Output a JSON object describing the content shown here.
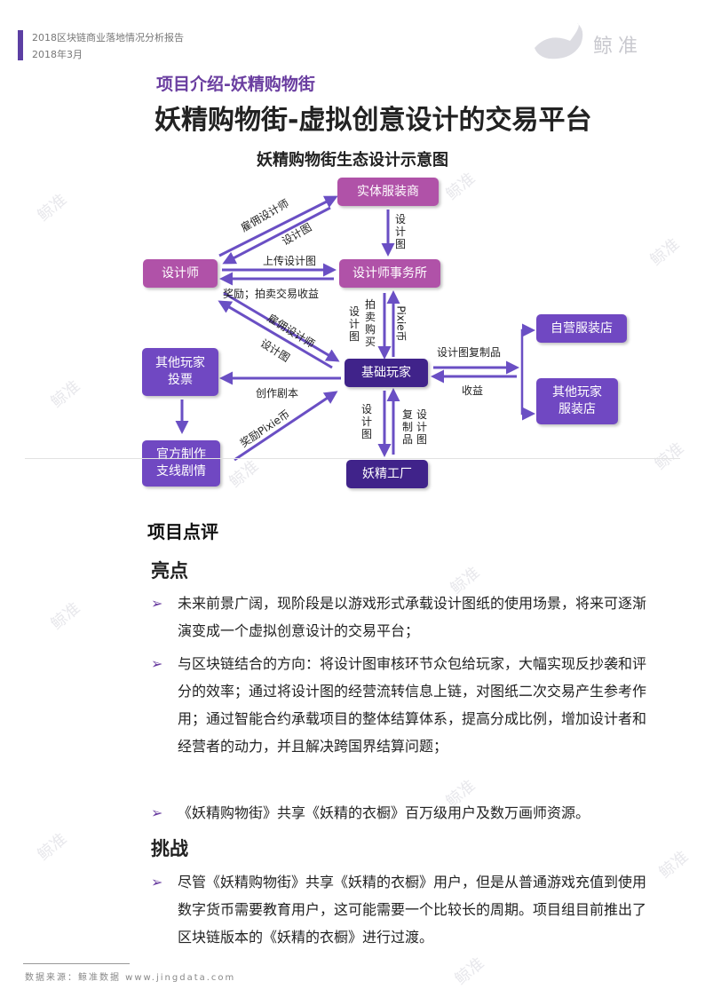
{
  "header": {
    "report_title": "2018区块链商业落地情况分析报告",
    "report_date": "2018年3月",
    "logo_text": "鲸准"
  },
  "section_label": "项目介绍-妖精购物街",
  "main_title": "妖精购物街-虚拟创意设计的交易平台",
  "diagram": {
    "title": "妖精购物街生态设计示意图",
    "nodes": {
      "physical_store": "实体服装商",
      "designer": "设计师",
      "design_firm": "设计师事务所",
      "other_players_vote": "其他玩家\n投票",
      "base_player": "基础玩家",
      "own_store": "自营服装店",
      "other_store": "其他玩家\n服装店",
      "official_story": "官方制作\n支线剧情",
      "fairy_factory": "妖精工厂"
    },
    "edge_labels": {
      "hire_designer_1": "雇佣设计师",
      "design_drawing_1": "设计图",
      "design_drawing_2": "设计图",
      "upload_design": "上传设计图",
      "reward_auction": "奖励；拍卖交易收益",
      "auction_buy": "拍卖购买",
      "design_drawing_3": "设计图",
      "pixie_coin": "Pixie币",
      "hire_designer_2": "雇佣设计师",
      "design_drawing_4": "设计图",
      "create_script": "创作剧本",
      "reward_pixie": "奖励Pixie币",
      "design_copy": "设计图复制品",
      "revenue": "收益",
      "design_drawing_5": "设计图",
      "copy": "复制品",
      "design_drawing_6": "设计图"
    }
  },
  "review": {
    "heading": "项目点评",
    "highlights_heading": "亮点",
    "highlights": [
      "未来前景广阔，现阶段是以游戏形式承载设计图纸的使用场景，将来可逐渐演变成一个虚拟创意设计的交易平台；",
      "与区块链结合的方向：将设计图审核环节众包给玩家，大幅实现反抄袭和评分的效率；通过将设计图的经营流转信息上链，对图纸二次交易产生参考作用；通过智能合约承载项目的整体结算体系，提高分成比例，增加设计者和经营者的动力，并且解决跨国界结算问题；",
      "《妖精购物街》共享《妖精的衣橱》百万级用户及数万画师资源。"
    ],
    "challenges_heading": "挑战",
    "challenges": [
      "尽管《妖精购物街》共享《妖精的衣橱》用户，但是从普通游戏充值到使用数字货币需要教育用户，这可能需要一个比较长的周期。项目组目前推出了区块链版本的《妖精的衣橱》进行过渡。"
    ],
    "bullet_glyph": "➢"
  },
  "footer": {
    "source": "数据来源：鲸准数据 www.jingdata.com"
  },
  "colors": {
    "accent": "#6a3ea0",
    "box_light": "#b052a8",
    "box_mid": "#7048c2",
    "box_dark": "#40238a",
    "arrow": "#6a4fc4"
  }
}
